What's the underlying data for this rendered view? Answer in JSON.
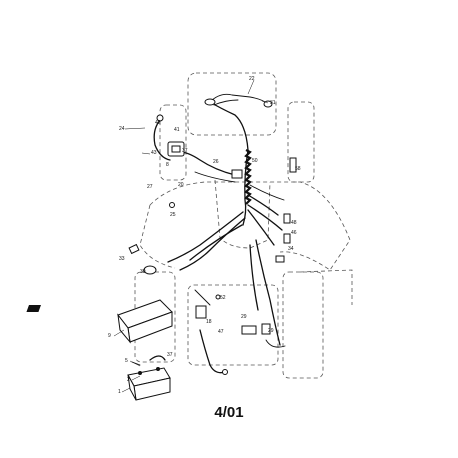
{
  "diagram": {
    "footer_date": "4/01",
    "callouts": [
      "22",
      "31",
      "24",
      "42",
      "41",
      "43",
      "8",
      "37",
      "27",
      "20",
      "25",
      "26",
      "50",
      "58",
      "48",
      "46",
      "34",
      "33",
      "30",
      "52",
      "18",
      "29",
      "47",
      "29",
      "9",
      "37",
      "5",
      "2",
      "1"
    ]
  }
}
